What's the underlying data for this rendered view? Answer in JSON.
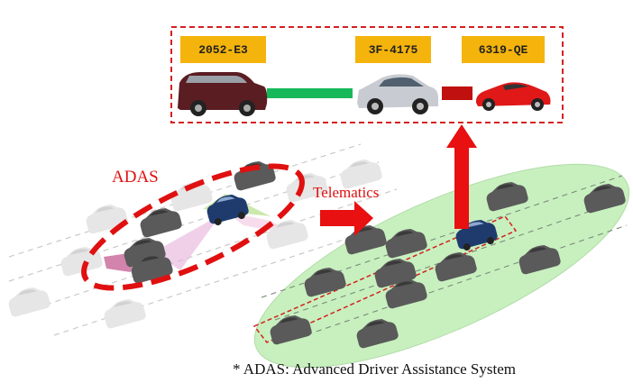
{
  "title_adas": "ADAS",
  "title_telematics": "Telematics",
  "footnote": "* ADAS: Advanced Driver Assistance System",
  "plates": [
    "2052-E3",
    "3F-4175",
    "6319-QE"
  ],
  "colors": {
    "adas_red": "#e01010",
    "plate_bg": "#f5b40c",
    "link_green": "#16b85a",
    "link_red": "#c01010",
    "ellipse_fill": "#c8f0bf",
    "dashed_frame": "#d42020",
    "car_dark": "#555555",
    "car_faint": "#e4e4e4",
    "car_blue": "#1f3b6e"
  }
}
